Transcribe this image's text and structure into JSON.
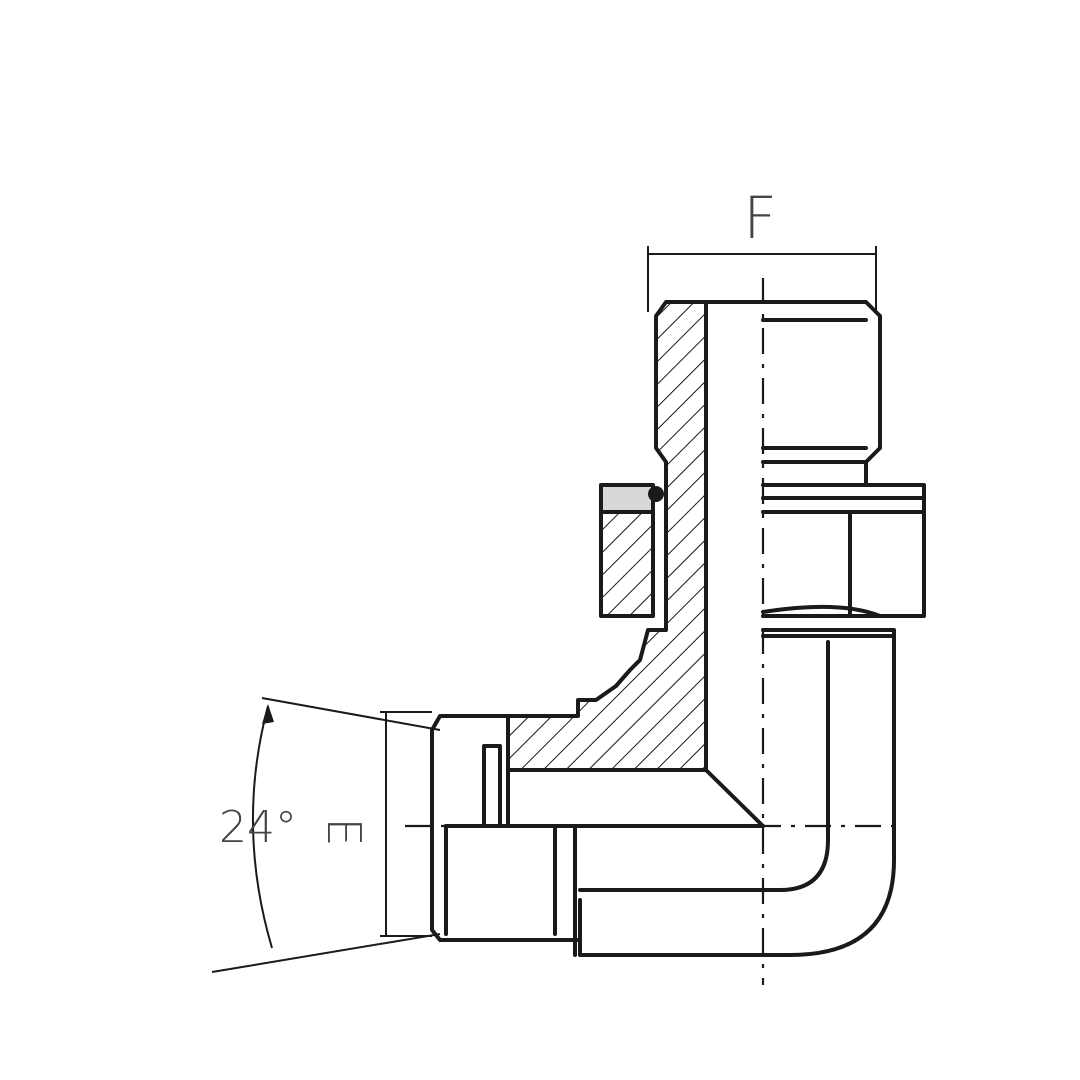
{
  "drawing": {
    "dimension_top": "F",
    "dimension_angle": "24°",
    "dimension_left": "E"
  },
  "colors": {
    "line": "#1a1a1a",
    "background": "#ffffff",
    "dimension_text": "#444444"
  }
}
